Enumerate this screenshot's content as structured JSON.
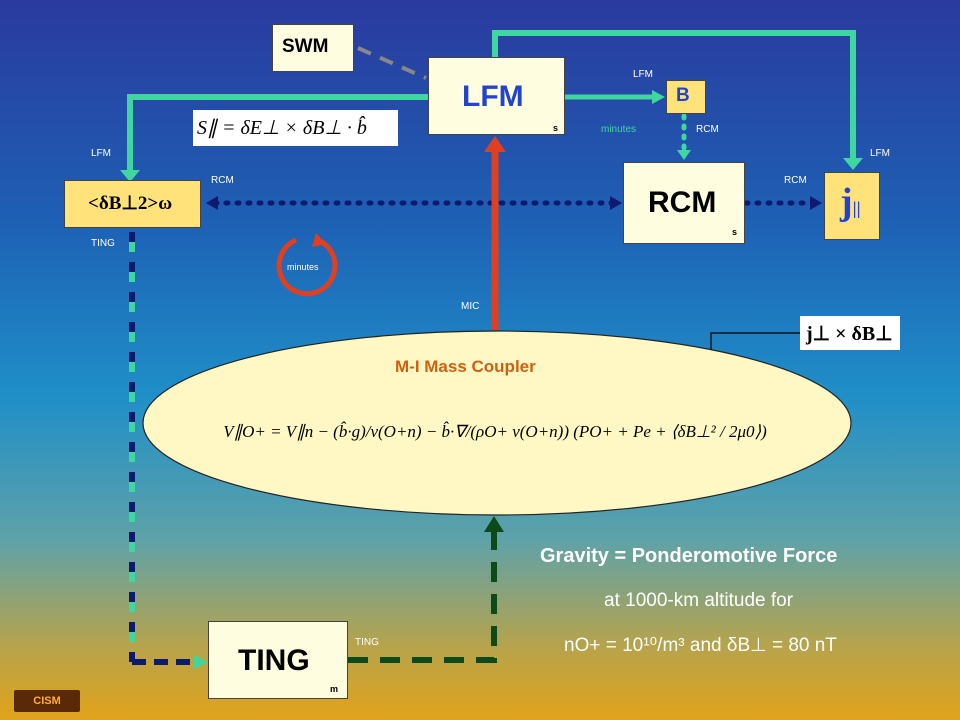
{
  "boxes": {
    "swm": "SWM",
    "lfm": "LFM",
    "lfm_sub": "s",
    "b": "B",
    "rcm": "RCM",
    "rcm_sub": "s",
    "j": "j",
    "j_sub": "||",
    "dbperp": "<δB⊥2>ω",
    "ting": "TING",
    "ting_sub": "m"
  },
  "tags": {
    "lfm_top_right": "LFM",
    "minutes_right": "minutes",
    "rcm_right": "RCM",
    "lfm_left": "LFM",
    "rcm_left": "RCM",
    "rcm_right2": "RCM",
    "lfm_far_right": "LFM",
    "ting_left": "TING",
    "minutes_cycle": "minutes",
    "mic": "MIC",
    "ting_bottom": "TING"
  },
  "equations": {
    "poynting": "S∥ = δE⊥ × δB⊥ · b̂",
    "jxb": "j⊥ × δB⊥",
    "mass_coupler_title": "M-I Mass Coupler",
    "velocity": "V∥O+ = V∥n − (b̂·g)/ν(O+n) − b̂·∇/(ρO+ ν(O+n)) (PO+ + Pe + ⟨δB⊥² / 2μ0⟩)"
  },
  "notes": {
    "line1": "Gravity = Ponderomotive Force",
    "line2": "at 1000-km altitude for",
    "line3": "nO+ = 10¹⁰/m³  and  δB⊥ = 80 nT"
  },
  "logo": "CISM",
  "colors": {
    "green_wire": "#3fd6a0",
    "red_wire": "#e04020",
    "dark_navy": "#0d1b6e",
    "dark_green": "#0d4a1a",
    "box_fill": "#fffde0",
    "ellipse_fill": "#fff8c4"
  }
}
